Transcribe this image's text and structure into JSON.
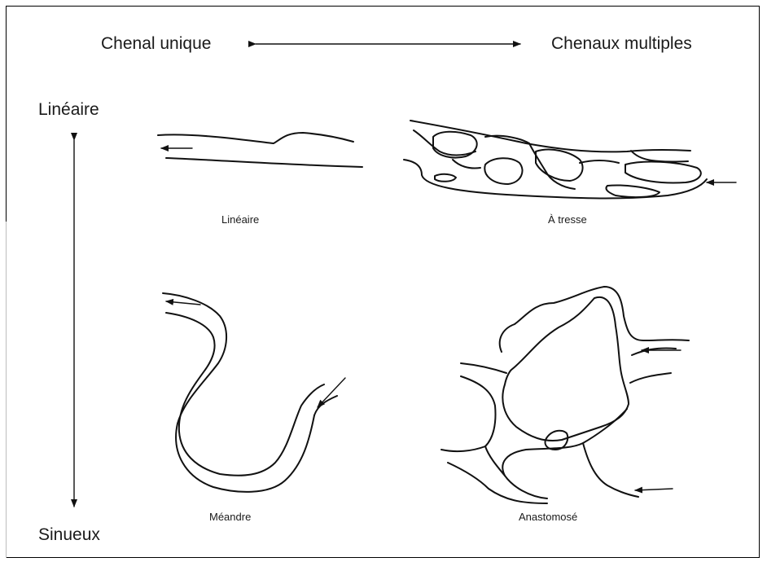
{
  "header": {
    "left": "Chenal unique",
    "right": "Chenaux multiples"
  },
  "axis": {
    "top": "Linéaire",
    "bottom": "Sinueux"
  },
  "panels": {
    "straight": "Linéaire",
    "braided": "À tresse",
    "meandering": "Méandre",
    "anastomosed": "Anastomosé"
  }
}
